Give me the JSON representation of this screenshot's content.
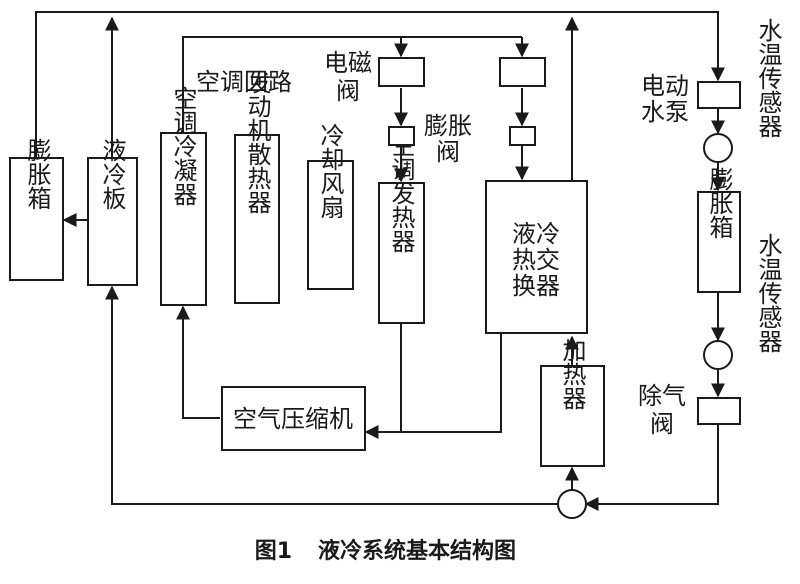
{
  "diagram": {
    "caption_number": "图1",
    "caption_text": "液冷系统基本结构图",
    "components": {
      "expansion_tank_left": "膨胀箱",
      "liquid_cooling_plate": "液冷板",
      "ac_condenser": "空调冷凝器",
      "engine_radiator": "发动机散热器",
      "cooling_fan": "冷却风扇",
      "ac_evaporator": "空调发热器",
      "chiller_line1": "液冷",
      "chiller_line2": "热交",
      "chiller_line3": "换器",
      "compressor": "空气压缩机",
      "heater": "加热器",
      "expansion_tank_right": "膨胀箱"
    },
    "labels": {
      "ac_loop": "空调回路",
      "solenoid_valve_line1": "电磁",
      "solenoid_valve_line2": "阀",
      "expansion_valve_line1": "膨胀",
      "expansion_valve_line2": "阀",
      "electric_pump_line1": "电动",
      "electric_pump_line2": "水泵",
      "water_temp_sensor_1": "水温传感器",
      "water_temp_sensor_2": "水温传感器",
      "degas_valve_line1": "除气",
      "degas_valve_line2": "阀"
    }
  }
}
